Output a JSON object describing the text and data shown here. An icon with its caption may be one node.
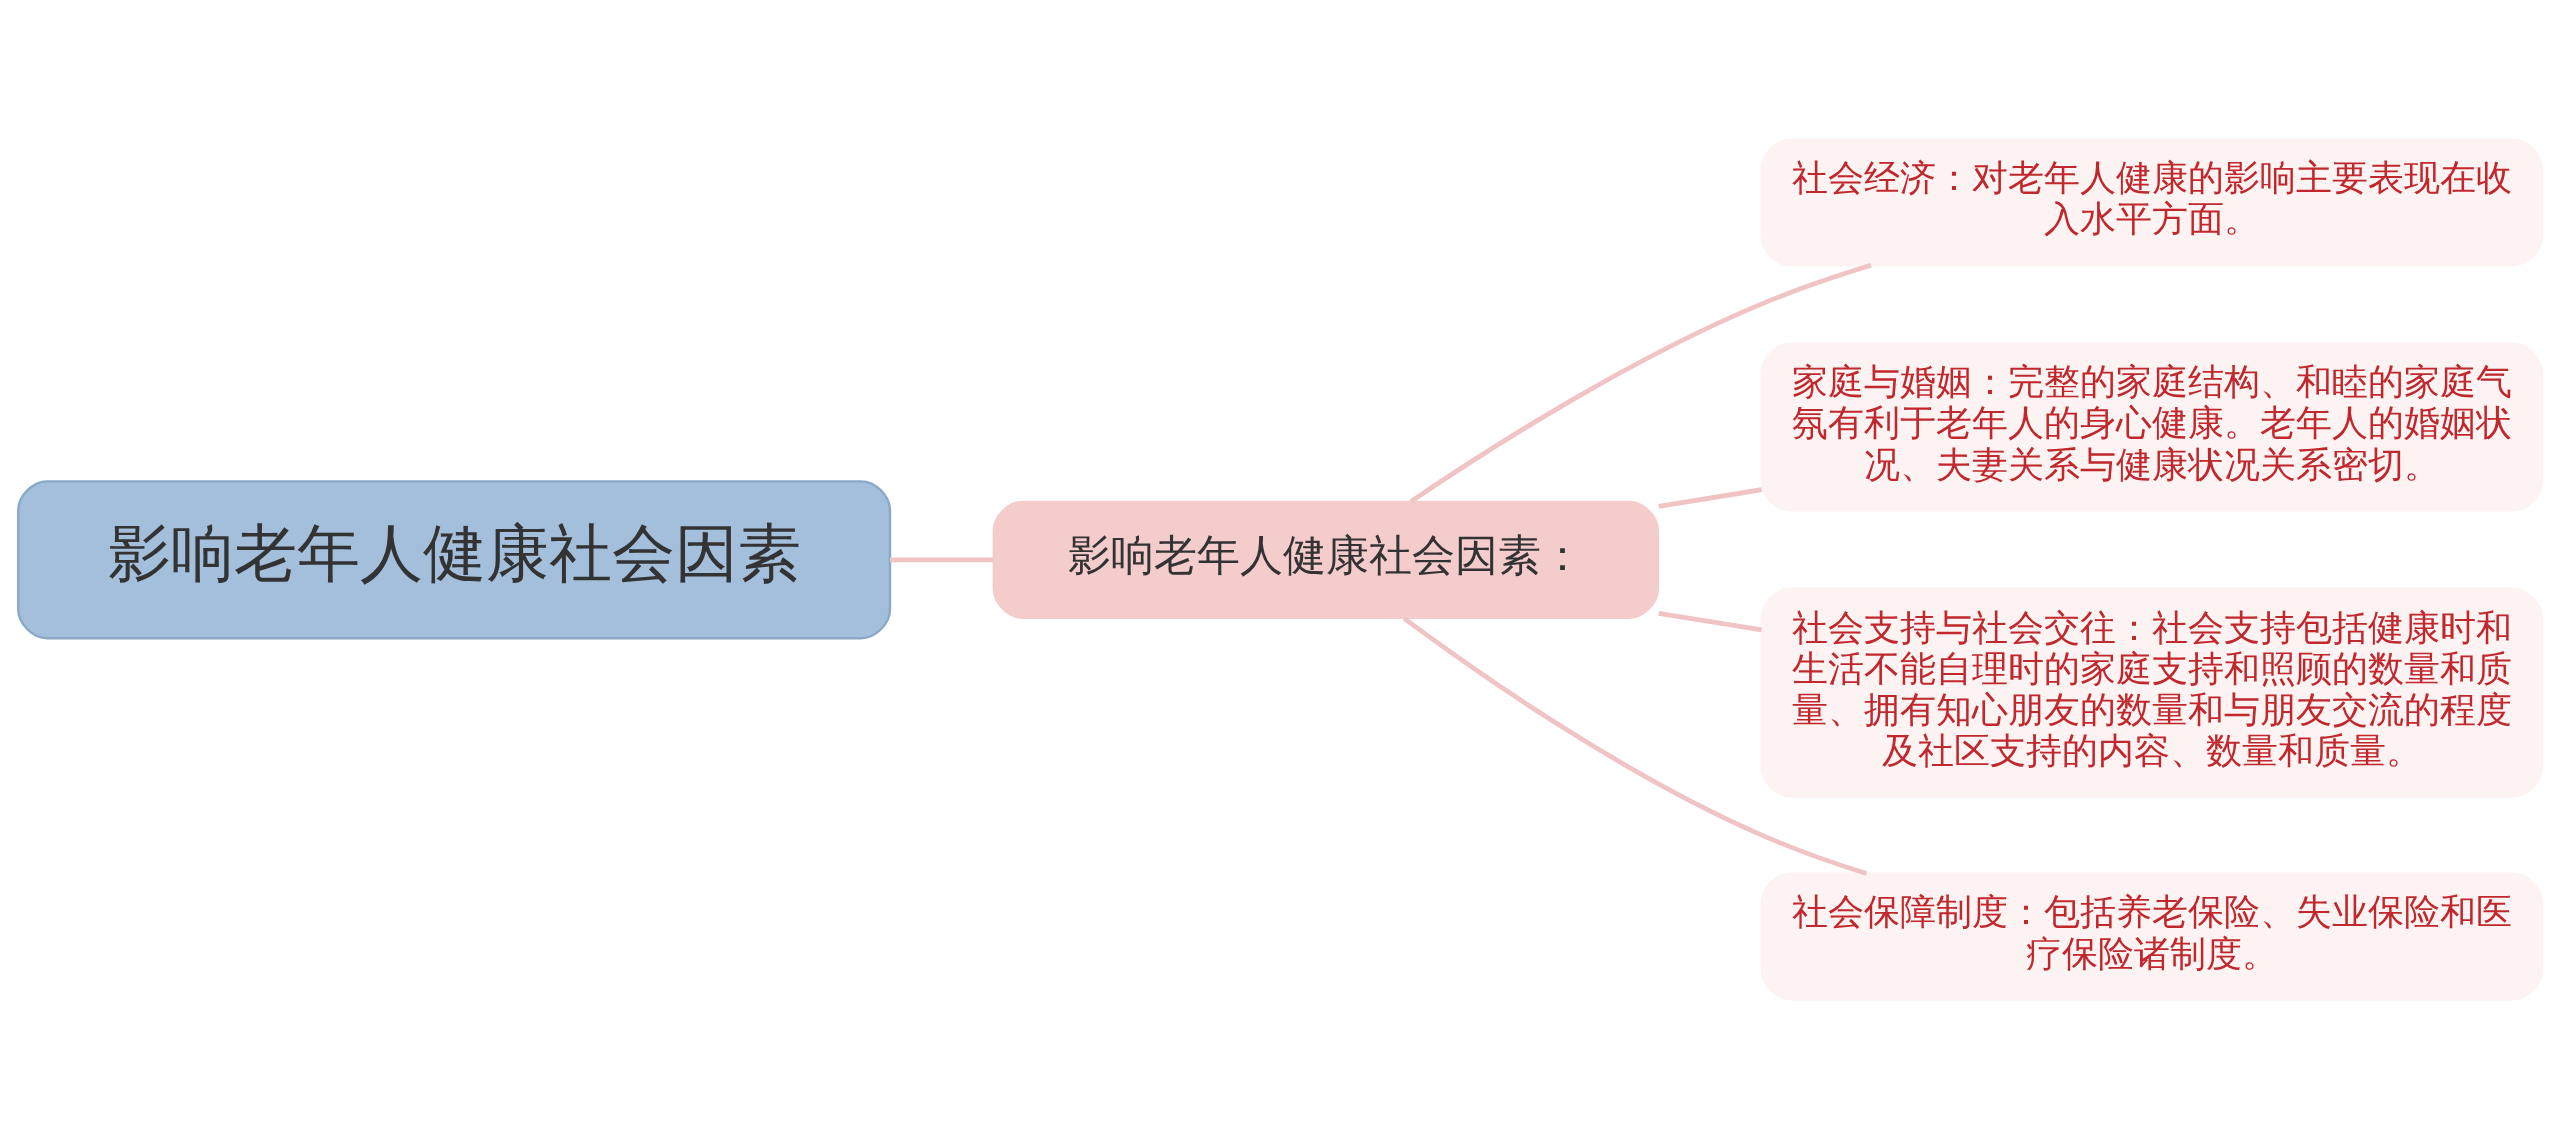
{
  "diagram": {
    "nodes": [
      {
        "text": [
          "影响老年人健康社会因素"
        ]
      },
      {
        "text": [
          "影响老年人健康社会因素："
        ]
      },
      {
        "text": [
          "社会经济：对老年人健康的影响主要表现在收入水平方面。"
        ]
      },
      {
        "text": [
          "家庭与婚姻：完整的家庭结构、和睦的家庭气氛有利于老年人的身心健康。老年人的婚姻状况、夫妻关系与健康状况关系密切。"
        ]
      },
      {
        "text": [
          "社会支持与社会交往：社会支持包括健康时和生活不能自理时的家庭支持和照顾的数量和质量、拥有知心朋友的数量和与朋友交流的程度及社区支持的内容、数量和质量。"
        ]
      },
      {
        "text": [
          "社会保障制度：包括养老保险、失业保险和医疗保险诸制度。"
        ]
      }
    ],
    "edges": [
      {
        "from": 0,
        "to": 1,
        "arrow": "none"
      },
      {
        "from": 1,
        "to": 2,
        "arrow": "none"
      },
      {
        "from": 1,
        "to": 3,
        "arrow": "none"
      },
      {
        "from": 1,
        "to": 4,
        "arrow": "none"
      },
      {
        "from": 1,
        "to": 5,
        "arrow": "none"
      }
    ]
  }
}
